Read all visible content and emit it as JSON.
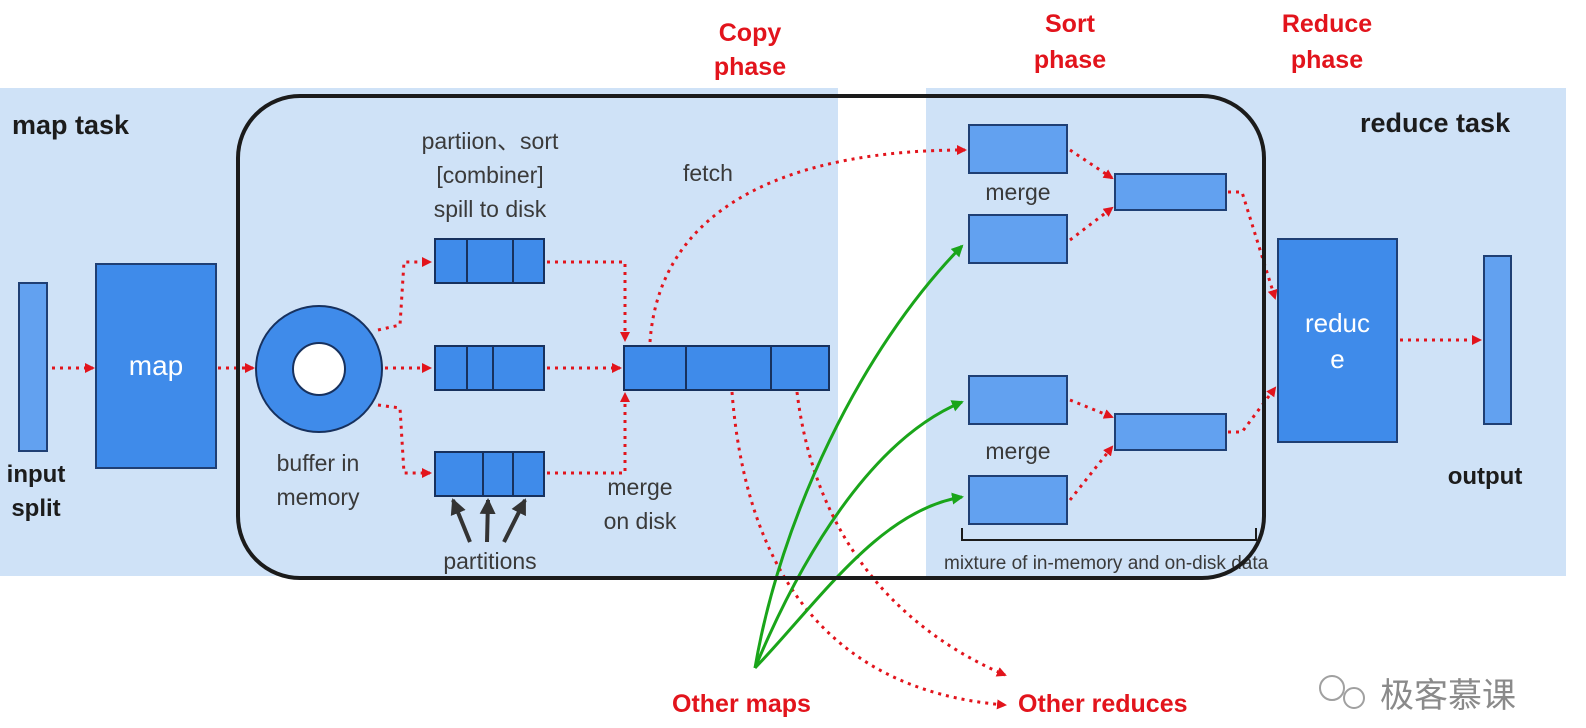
{
  "phases": {
    "copy": [
      "Copy",
      "phase"
    ],
    "sort": [
      "Sort",
      "phase"
    ],
    "reduce": [
      "Reduce",
      "phase"
    ]
  },
  "map_side": {
    "title": "map task",
    "input_split": [
      "input",
      "split"
    ],
    "map_label": "map",
    "buffer": [
      "buffer in",
      "memory"
    ],
    "spill_note": [
      "partiion、sort",
      "[combiner]",
      "spill to disk"
    ],
    "partitions": "partitions",
    "merge_on_disk": [
      "merge",
      "on disk"
    ]
  },
  "transfer": {
    "fetch": "fetch",
    "other_maps": "Other maps",
    "other_reduces": "Other reduces"
  },
  "reduce_side": {
    "title": "reduce task",
    "merge_top": "merge",
    "merge_bottom": "merge",
    "mixture": "mixture of in-memory and on-disk data",
    "reduce_label": [
      "reduc",
      "e"
    ],
    "output": "output"
  },
  "watermark": {
    "text": "极客慕课"
  },
  "colors": {
    "panel": "#cfe2f7",
    "box": "#3f8bea",
    "light_box": "#62a1f0",
    "arrow_red": "#e2141c",
    "arrow_green": "#1aa51a",
    "outline": "#1b1b1b"
  }
}
